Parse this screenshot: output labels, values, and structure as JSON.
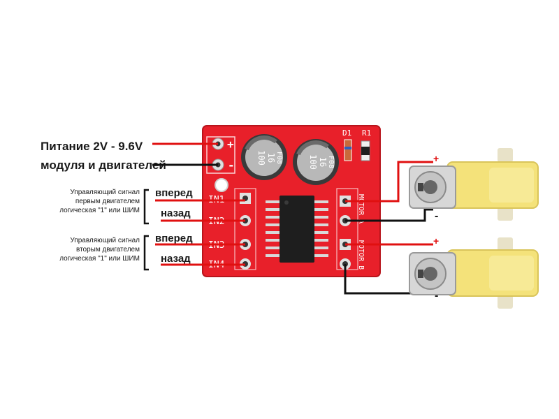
{
  "power": {
    "line1": "Питание 2V - 9.6V",
    "line2": "модуля и двигателей"
  },
  "group1": {
    "desc": [
      "Управляющий сигнал",
      "первым двигателем",
      "логическая \"1\" или ШИМ"
    ],
    "forward": "вперед",
    "back": "назад"
  },
  "group2": {
    "desc": [
      "Управляющий сигнал",
      "вторым двигателем",
      "логическая \"1\" или ШИМ"
    ],
    "forward": "вперед",
    "back": "назад"
  },
  "board": {
    "pins_left": [
      "IN1",
      "IN2",
      "IN3",
      "IN4"
    ],
    "plus": "+",
    "minus": "-",
    "motor_a": "MOTOR A",
    "motor_b": "MOTOR B",
    "d1": "D1",
    "r1": "R1",
    "cap1": [
      "100",
      "16",
      "F08"
    ],
    "cap2": [
      "100",
      "16",
      "F08"
    ]
  },
  "motors": {
    "plus": "+",
    "minus": "-"
  },
  "colors": {
    "board": "#e8202a",
    "wire_red": "#e01010",
    "wire_black": "#111111",
    "motor_yellow": "#f4e27a"
  }
}
